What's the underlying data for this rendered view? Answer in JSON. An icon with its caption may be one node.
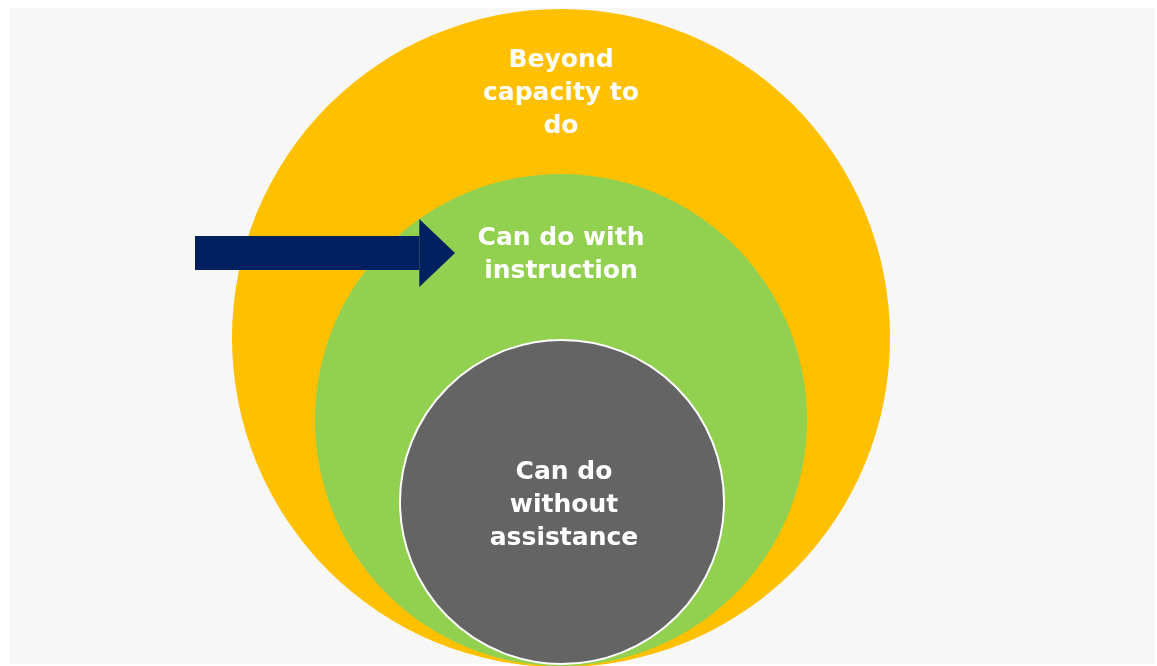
{
  "diagram": {
    "nodes": [
      {
        "text": [
          "Beyond capacity to do"
        ]
      },
      {
        "text": [
          "Can do with instruction"
        ],
        "in": 0
      },
      {
        "text": [
          "Can do without assistance"
        ],
        "in": 1
      }
    ],
    "edges": [
      {
        "from": null,
        "to": 1,
        "arrow": "to"
      }
    ]
  }
}
